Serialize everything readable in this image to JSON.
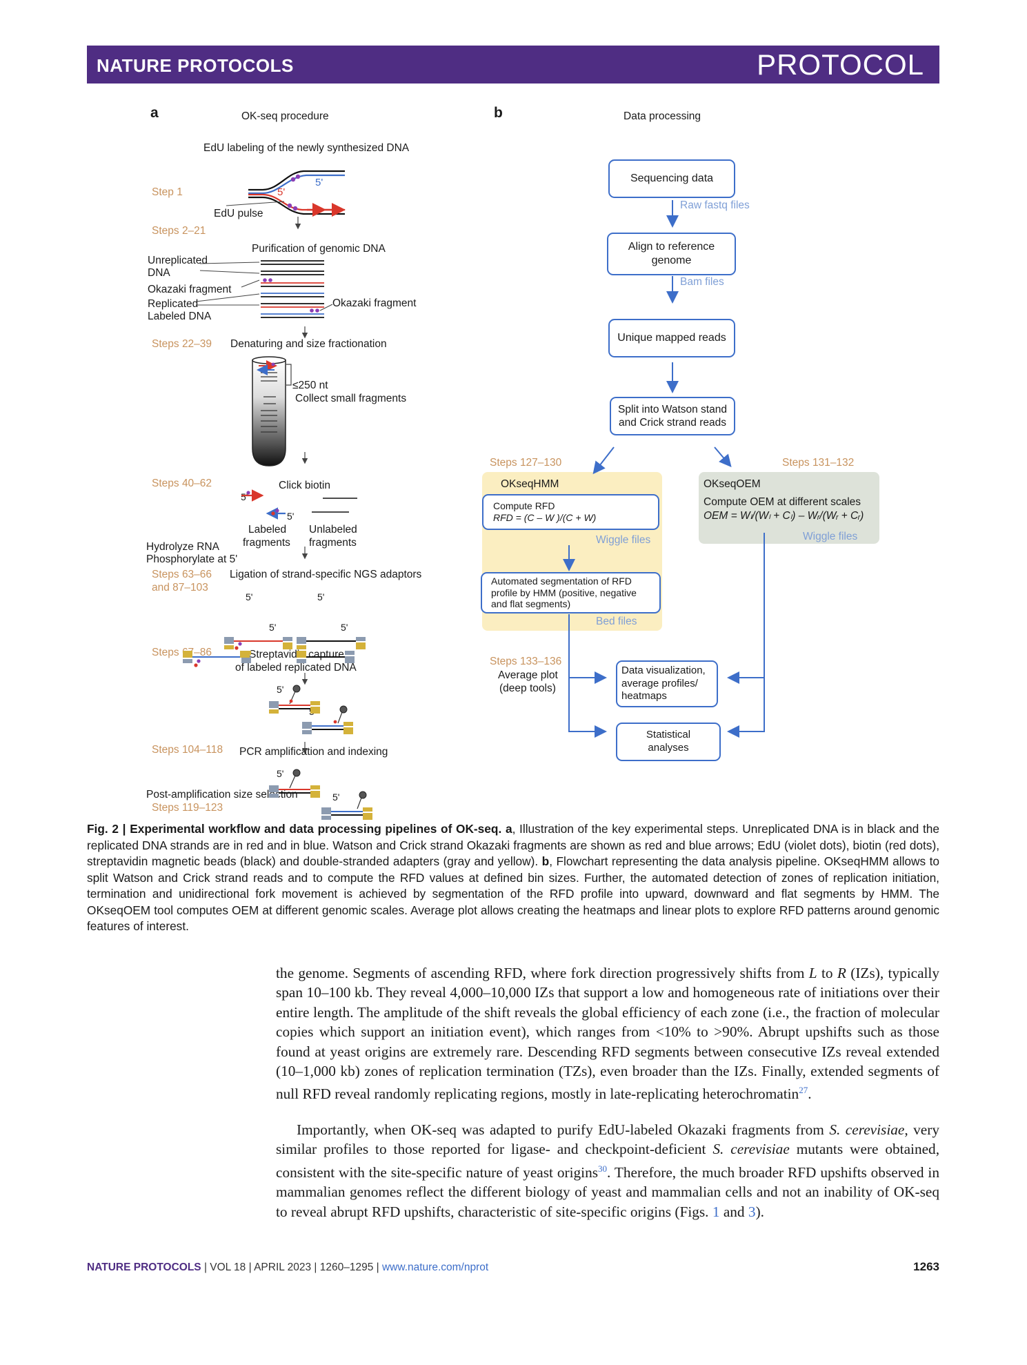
{
  "header": {
    "journal": "NATURE PROTOCOLS",
    "section": "PROTOCOL"
  },
  "figure": {
    "panel_a": {
      "letter": "a",
      "title": "OK-seq procedure",
      "edu_labeling": "EdU labeling of the newly synthesized DNA",
      "step1": "Step 1",
      "edu_pulse": "EdU pulse",
      "five_prime": "5'",
      "steps_2_21": "Steps 2–21",
      "purification": "Purification of genomic DNA",
      "unreplicated_1": "Unreplicated",
      "unreplicated_2": "DNA",
      "okazaki_left": "Okazaki fragment",
      "replicated_1": "Replicated",
      "replicated_2": "Labeled DNA",
      "okazaki_right": "Okazaki fragment",
      "steps_22_39": "Steps 22–39",
      "denaturing": "Denaturing and size fractionation",
      "le250": "≤250 nt",
      "collect": "Collect small fragments",
      "steps_40_62": "Steps 40–62",
      "click_biotin": "Click biotin",
      "labeled_1": "Labeled",
      "labeled_2": "fragments",
      "unlabeled_1": "Unlabeled",
      "unlabeled_2": "fragments",
      "hydrolyze": "Hydrolyze RNA",
      "phosphorylate": "Phosphorylate at 5'",
      "steps_63_66": "Steps 63–66",
      "and_87_103": "and 87–103",
      "ligation": "Ligation of strand-specific NGS adaptors",
      "steps_67_86": "Steps 67–86",
      "streptavidin_1": "Streptavidin capture",
      "streptavidin_2": "of labeled replicated DNA",
      "steps_104_118": "Steps 104–118",
      "pcr": "PCR amplification and indexing",
      "post_amp": "Post-amplification size selection",
      "steps_119_123": "Steps 119–123"
    },
    "panel_b": {
      "letter": "b",
      "title": "Data processing",
      "sequencing": "Sequencing data",
      "raw_fastq": "Raw fastq files",
      "align_1": "Align to reference",
      "align_2": "genome",
      "bam": "Bam files",
      "unique": "Unique mapped reads",
      "split_1": "Split into Watson stand",
      "split_2": "and Crick strand reads",
      "steps_127_130": "Steps 127–130",
      "steps_131_132": "Steps 131–132",
      "okseqhmm": "OKseqHMM",
      "compute_rfd": "Compute RFD",
      "rfd_formula": "RFD = (C – W )/(C + W)",
      "wiggle_left": "Wiggle files",
      "segmentation_1": "Automated segmentation of RFD",
      "segmentation_2": "profile by HMM (positive, negative",
      "segmentation_3": "and flat segments)",
      "bed": "Bed files",
      "okseqoem": "OKseqOEM",
      "compute_oem": "Compute OEM at different scales",
      "oem_formula": "OEM = Wₗ/(Wₗ + Cₗ) – Wᵣ/(Wᵣ + Cᵣ)",
      "wiggle_right": "Wiggle files",
      "steps_133_136": "Steps 133–136",
      "average_plot": "Average plot",
      "deep_tools": "(deep tools)",
      "dataviz_1": "Data visualization,",
      "dataviz_2": "average profiles/",
      "dataviz_3": "heatmaps",
      "stat_1": "Statistical",
      "stat_2": "analyses"
    }
  },
  "caption": {
    "label": "Fig. 2 | Experimental workflow and data processing pipelines of OK-seq.",
    "a": "a",
    "text_a": ", Illustration of the key experimental steps. Unreplicated DNA is in black and the replicated DNA strands are in red and in blue. Watson and Crick strand Okazaki fragments are shown as red and blue arrows; EdU (violet dots), biotin (red dots), streptavidin magnetic beads (black) and double-stranded adapters (gray and yellow). ",
    "b": "b",
    "text_b": ", Flowchart representing the data analysis pipeline. OKseqHMM allows to split Watson and Crick strand reads and to compute the RFD values at defined bin sizes. Further, the automated detection of zones of replication initiation, termination and unidirectional fork movement is achieved by segmentation of the RFD profile into upward, downward and flat segments by HMM. The OKseqOEM tool computes OEM at different genomic scales. Average plot allows creating the heatmaps and linear plots to explore RFD patterns around genomic features of interest."
  },
  "body": {
    "p1_a": "the genome. Segments of ascending RFD, where fork direction progressively shifts from ",
    "p1_L": "L",
    "p1_b": " to ",
    "p1_R": "R",
    "p1_c": " (IZs), typically span 10–100 kb. They reveal 4,000–10,000 IZs that support a low and homogeneous rate of initiations over their entire length. The amplitude of the shift reveals the global efficiency of each zone (i.e., the fraction of molecular copies which support an initiation event), which ranges from <10% to >90%. Abrupt upshifts such as those found at yeast origins are extremely rare. Descending RFD segments between consecutive IZs reveal extended (10–1,000 kb) zones of replication termination (TZs), even broader than the IZs. Finally, extended segments of null RFD reveal randomly replicating regions, mostly in late-replicating heterochromatin",
    "p1_ref": "27",
    "p1_end": ".",
    "p2_a": "Importantly, when OK-seq was adapted to purify EdU-labeled Okazaki fragments from ",
    "p2_sc1": "S. cerevisiae",
    "p2_b": ", very similar profiles to those reported for ligase- and checkpoint-deficient ",
    "p2_sc2": "S. cerevisiae",
    "p2_c": " mutants were obtained, consistent with the site-specific nature of yeast origins",
    "p2_ref": "30",
    "p2_d": ". Therefore, the much broader RFD upshifts observed in mammalian genomes reflect the different biology of yeast and mammalian cells and not an inability of OK-seq to reveal abrupt RFD upshifts, characteristic of site-specific origins (Figs. ",
    "p2_fig1": "1",
    "p2_and": " and ",
    "p2_fig3": "3",
    "p2_end": ")."
  },
  "footer": {
    "journal": "NATURE PROTOCOLS",
    "sep": " | ",
    "vol": "VOL 18",
    "date": "APRIL 2023",
    "pages": "1260–1295",
    "url": "www.nature.com/nprot",
    "page": "1263"
  },
  "colors": {
    "header_purple": "#4f2d83",
    "step_orange": "#c8935e",
    "flow_blue": "#3d6ec9",
    "file_blue": "#7f9fd6",
    "hmm_yellow": "#fbeec1",
    "oem_gray": "#dde2d9"
  }
}
